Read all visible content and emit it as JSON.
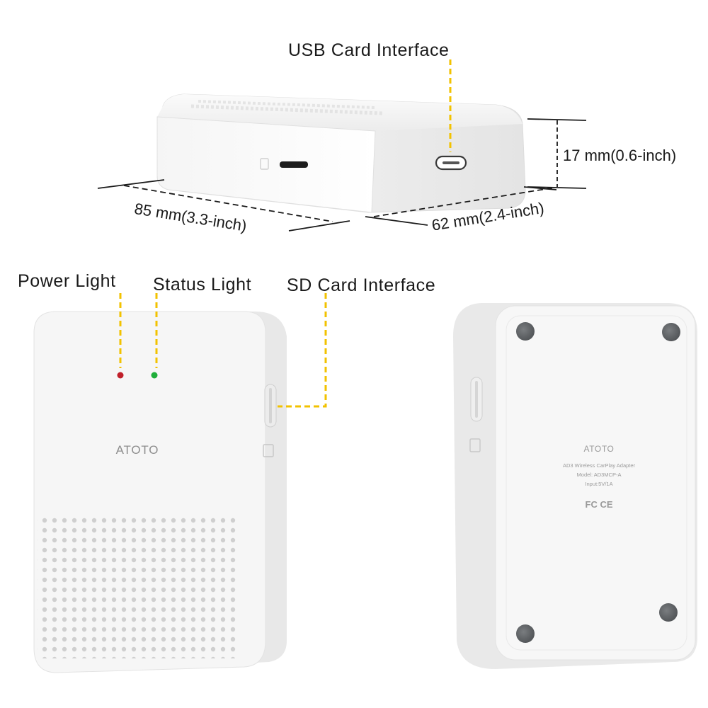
{
  "labels": {
    "usb_card_interface": "USB Card Interface",
    "power_light": "Power Light",
    "status_light": "Status Light",
    "sd_card_interface": "SD Card Interface"
  },
  "dimensions": {
    "height": "17 mm(0.6-inch)",
    "length": "85 mm(3.3-inch)",
    "width": "62 mm(2.4-inch)"
  },
  "device": {
    "brand": "ATOTO",
    "back_line1": "AD3 Wireless CarPlay Adapter",
    "back_line2": "Model: AD3MCP-A",
    "back_line3": "Input:5V/1A",
    "cert_marks": "FC CE"
  },
  "colors": {
    "leader_line": "#f2c200",
    "power_led": "#c0202a",
    "status_led": "#1fae3a",
    "device_body": "#f4f4f4",
    "rubber_feet": "#5d6063"
  }
}
